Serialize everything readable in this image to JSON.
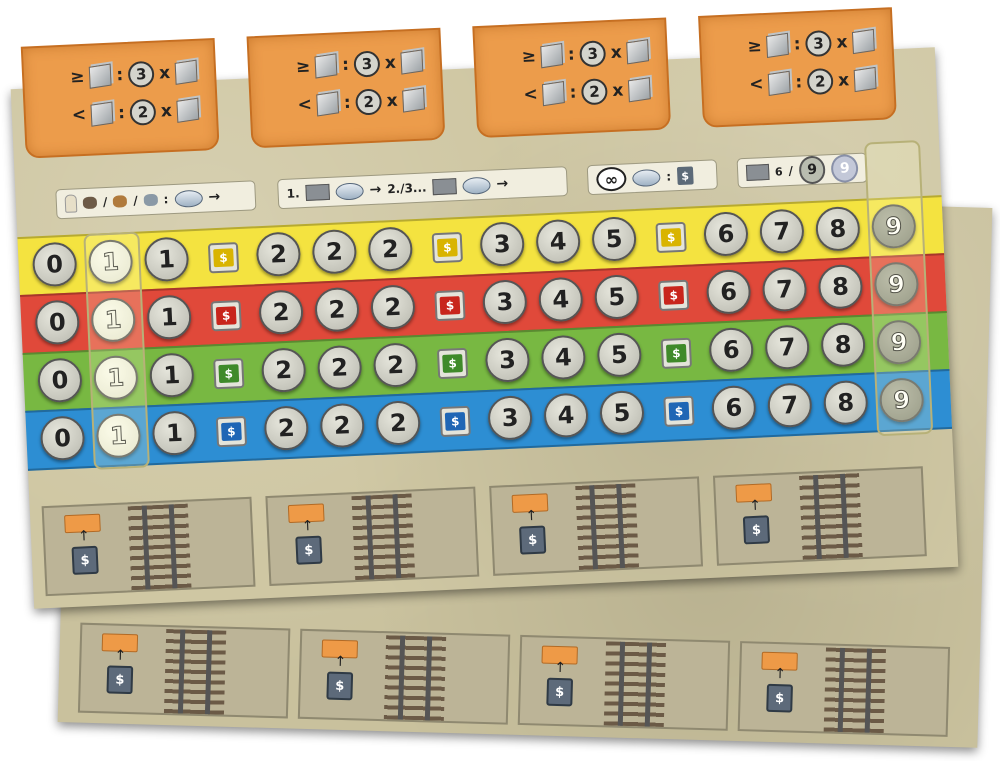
{
  "tabs": [
    {
      "line1": {
        "cmp": "≥",
        "num": "3",
        "op": "x"
      },
      "line2": {
        "cmp": "<",
        "num": "2",
        "op": "x"
      }
    },
    {
      "line1": {
        "cmp": "≥",
        "num": "3",
        "op": "x"
      },
      "line2": {
        "cmp": "<",
        "num": "2",
        "op": "x"
      }
    },
    {
      "line1": {
        "cmp": "≥",
        "num": "3",
        "op": "x"
      },
      "line2": {
        "cmp": "<",
        "num": "2",
        "op": "x"
      }
    },
    {
      "line1": {
        "cmp": "≥",
        "num": "3",
        "op": "x"
      },
      "line2": {
        "cmp": "<",
        "num": "2",
        "op": "x"
      }
    }
  ],
  "rules": {
    "resources": {
      "sep1": "/",
      "sep2": "/",
      "colon": ":"
    },
    "build": {
      "first": "1.",
      "next": "2./3...",
      "arrow": "→"
    },
    "infinite": {
      "symbol": "∞",
      "colon": ":",
      "dollar": "$"
    },
    "factory": {
      "count": "6",
      "slash": "/",
      "n1": "9",
      "n2": "9"
    }
  },
  "tracks": [
    {
      "color": "yellow",
      "spaces": [
        "1",
        "1",
        "2",
        "2",
        "2",
        "3",
        "4",
        "5",
        "6",
        "7",
        "8",
        "9"
      ],
      "bonus_color": "#d9b400"
    },
    {
      "color": "red",
      "spaces": [
        "0",
        "1",
        "1",
        "2",
        "2",
        "2",
        "3",
        "4",
        "5",
        "6",
        "7",
        "8",
        "9"
      ],
      "bonus_color": "#c8251c"
    },
    {
      "color": "green",
      "spaces": [
        "0",
        "1",
        "1",
        "2",
        "2",
        "2",
        "3",
        "4",
        "5",
        "6",
        "7",
        "8",
        "9"
      ],
      "bonus_color": "#3f8a2a"
    },
    {
      "color": "blue",
      "spaces": [
        "0",
        "1",
        "1",
        "2",
        "2",
        "2",
        "3",
        "4",
        "5",
        "6",
        "7",
        "8",
        "9"
      ],
      "bonus_color": "#1f66b5"
    }
  ],
  "yellow_first": "0",
  "bonus_symbol": "$",
  "slot_arrow": "↑",
  "colors": {
    "orange": "#ec9c4b",
    "board": "#cfc7a3",
    "yellow": "#f4e340",
    "red": "#e0493a",
    "green": "#78b842",
    "blue": "#2d8ed3"
  }
}
